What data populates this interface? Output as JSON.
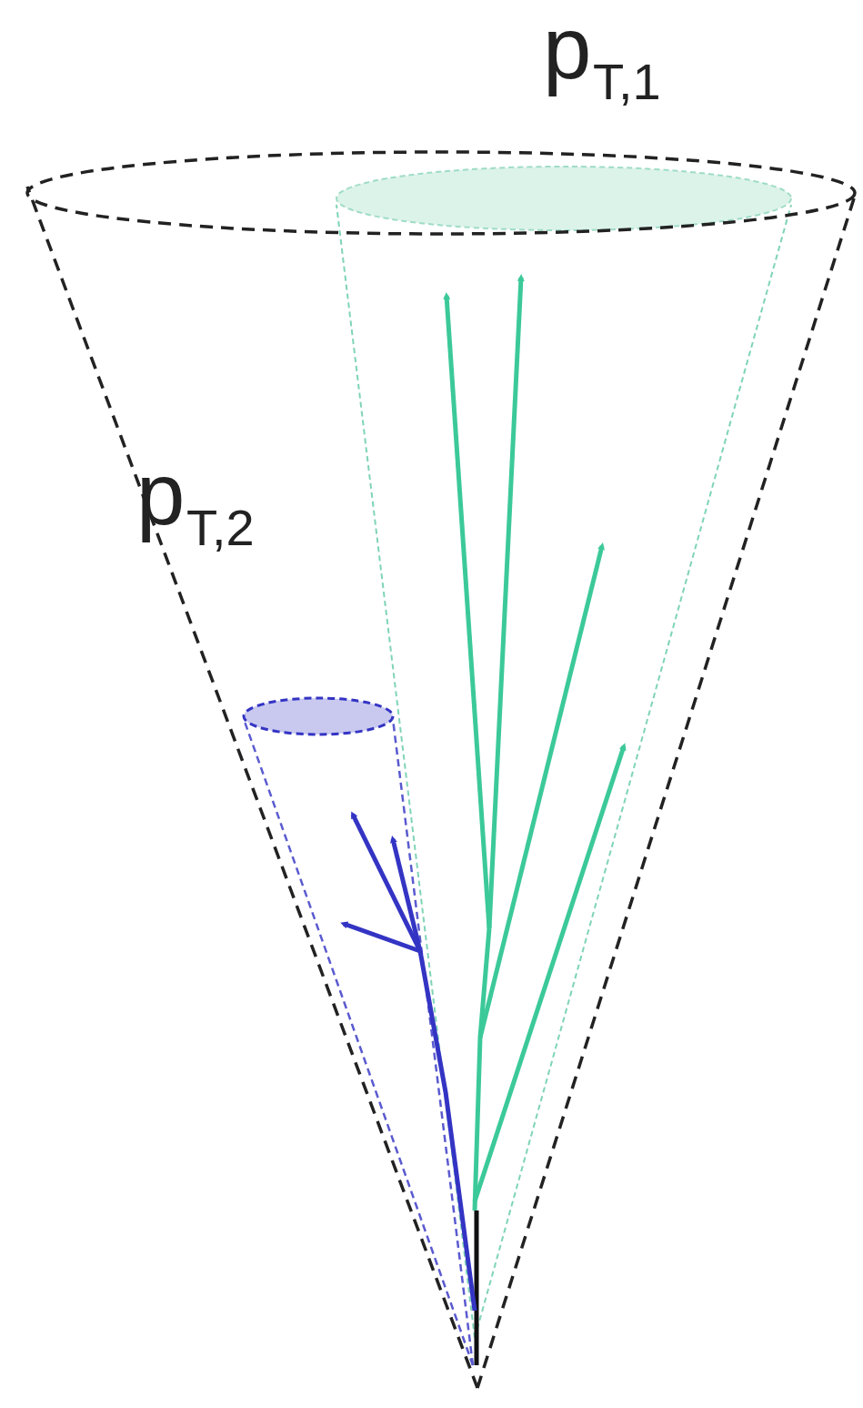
{
  "diagram": {
    "labels": [
      "p",
      "T,1",
      "p",
      "T,2"
    ]
  }
}
